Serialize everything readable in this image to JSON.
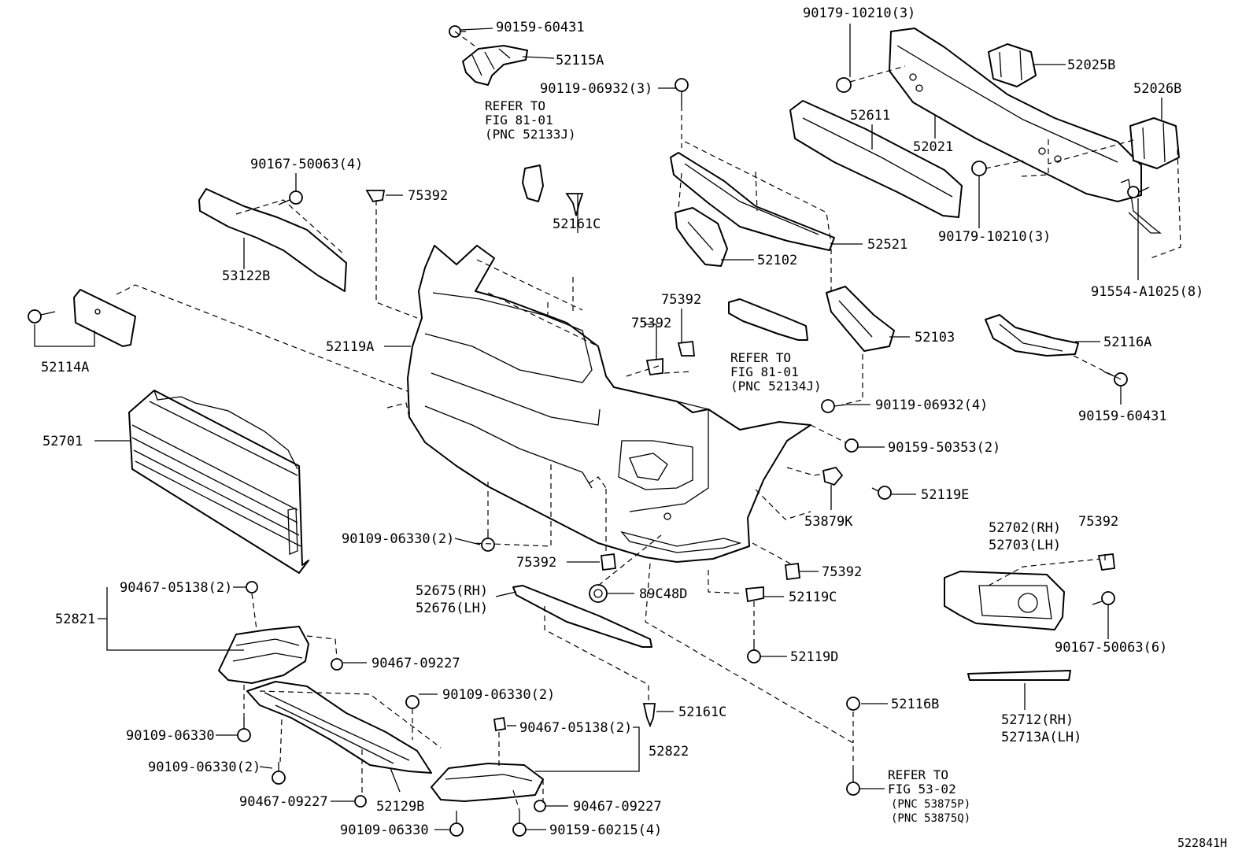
{
  "diagram": {
    "figure_code": "522841H",
    "notes": {
      "refer_81_01_a": {
        "line1": "REFER TO",
        "line2": "FIG 81-01",
        "line3": "(PNC 52133J)"
      },
      "refer_81_01_b": {
        "line1": "REFER TO",
        "line2": "FIG 81-01",
        "line3": "(PNC 52134J)"
      },
      "refer_53_02": {
        "line1": "REFER TO",
        "line2": "FIG 53-02",
        "line3": "(PNC 53875P)",
        "line4": "(PNC 53875Q)"
      }
    },
    "labels": {
      "p90159_60431_top": "90159-60431",
      "p52115A": "52115A",
      "p90179_10210_top": "90179-10210(3)",
      "p52025B": "52025B",
      "p90119_06932_3": "90119-06932(3)",
      "p52026B": "52026B",
      "p52611": "52611",
      "p52021": "52021",
      "p90167_50063_4": "90167-50063(4)",
      "p75392_a": "75392",
      "p52161C_top": "52161C",
      "p90179_10210_mid": "90179-10210(3)",
      "p52521": "52521",
      "p53122B": "53122B",
      "p52102": "52102",
      "p91554_A1025": "91554-A1025(8)",
      "p75392_b": "75392",
      "p75392_c": "75392",
      "p52114A": "52114A",
      "p52119A": "52119A",
      "p52103": "52103",
      "p52116A": "52116A",
      "p90119_06932_4": "90119-06932(4)",
      "p90159_60431_right": "90159-60431",
      "p52701": "52701",
      "p90159_50353": "90159-50353(2)",
      "p52119E": "52119E",
      "p52702": "52702(RH)",
      "p52703": "52703(LH)",
      "p75392_d": "75392",
      "p53879K": "53879K",
      "p90109_06330_2_a": "90109-06330(2)",
      "p75392_e": "75392",
      "p75392_f": "75392",
      "p52675": "52675(RH)",
      "p52676": "52676(LH)",
      "p89C48D": "89C48D",
      "p52119C": "52119C",
      "p90467_05138_a": "90467-05138(2)",
      "p52821": "52821",
      "p90167_50063_6": "90167-50063(6)",
      "p90467_09227_a": "90467-09227",
      "p52119D": "52119D",
      "p90109_06330_2_b": "90109-06330(2)",
      "p52712": "52712(RH)",
      "p52713A": "52713A(LH)",
      "p52116B": "52116B",
      "p52161C_bottom": "52161C",
      "p90109_06330_single_a": "90109-06330",
      "p90467_05138_b": "90467-05138(2)",
      "p52822": "52822",
      "p90109_06330_2_c": "90109-06330(2)",
      "p90467_09227_b": "90467-09227",
      "p52129B": "52129B",
      "p90467_09227_c": "90467-09227",
      "p90109_06330_single_b": "90109-06330",
      "p90159_60215": "90159-60215(4)"
    }
  }
}
